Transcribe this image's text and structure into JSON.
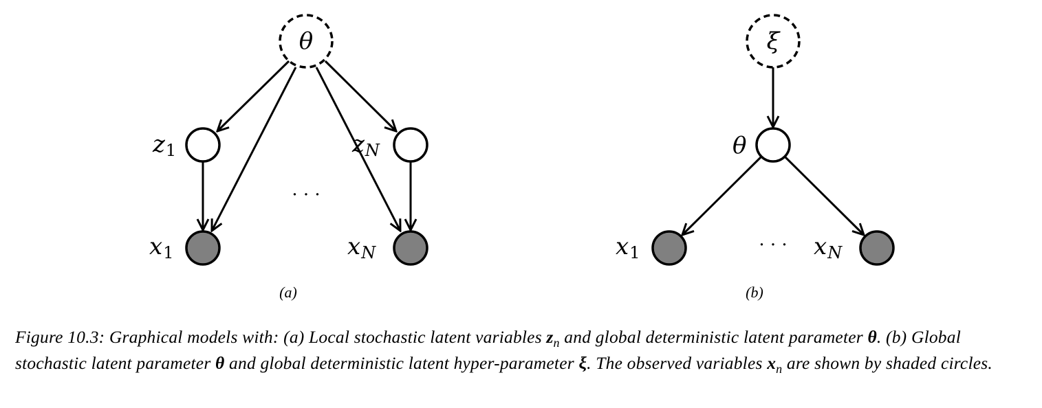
{
  "figure_a": {
    "label": "(a)",
    "nodes": {
      "theta": "θ",
      "z1": "z",
      "z1_sub": "1",
      "zN": "z",
      "zN_sub": "N",
      "x1": "x",
      "x1_sub": "1",
      "xN": "x",
      "xN_sub": "N"
    },
    "ellipsis": "· · ·"
  },
  "figure_b": {
    "label": "(b)",
    "nodes": {
      "xi": "ξ",
      "theta": "θ",
      "x1": "x",
      "x1_sub": "1",
      "xN": "x",
      "xN_sub": "N"
    },
    "ellipsis": "· · ·"
  },
  "caption": {
    "p1": "Figure 10.3: Graphical models with: (a) Local stochastic latent variables ",
    "m1": "z",
    "m1_sub": "n",
    "p2": " and global deterministic latent parameter ",
    "m2": "θ",
    "p3": ". (b) Global stochastic latent parameter ",
    "m3": "θ",
    "p4": " and global deterministic latent hyper-parameter ",
    "m4": "ξ",
    "p5": ". The observed variables ",
    "m5": "x",
    "m5_sub": "n",
    "p6": " are shown by shaded circles."
  },
  "colors": {
    "observed_fill": "#808080",
    "latent_fill": "#ffffff",
    "stroke": "#000000"
  }
}
